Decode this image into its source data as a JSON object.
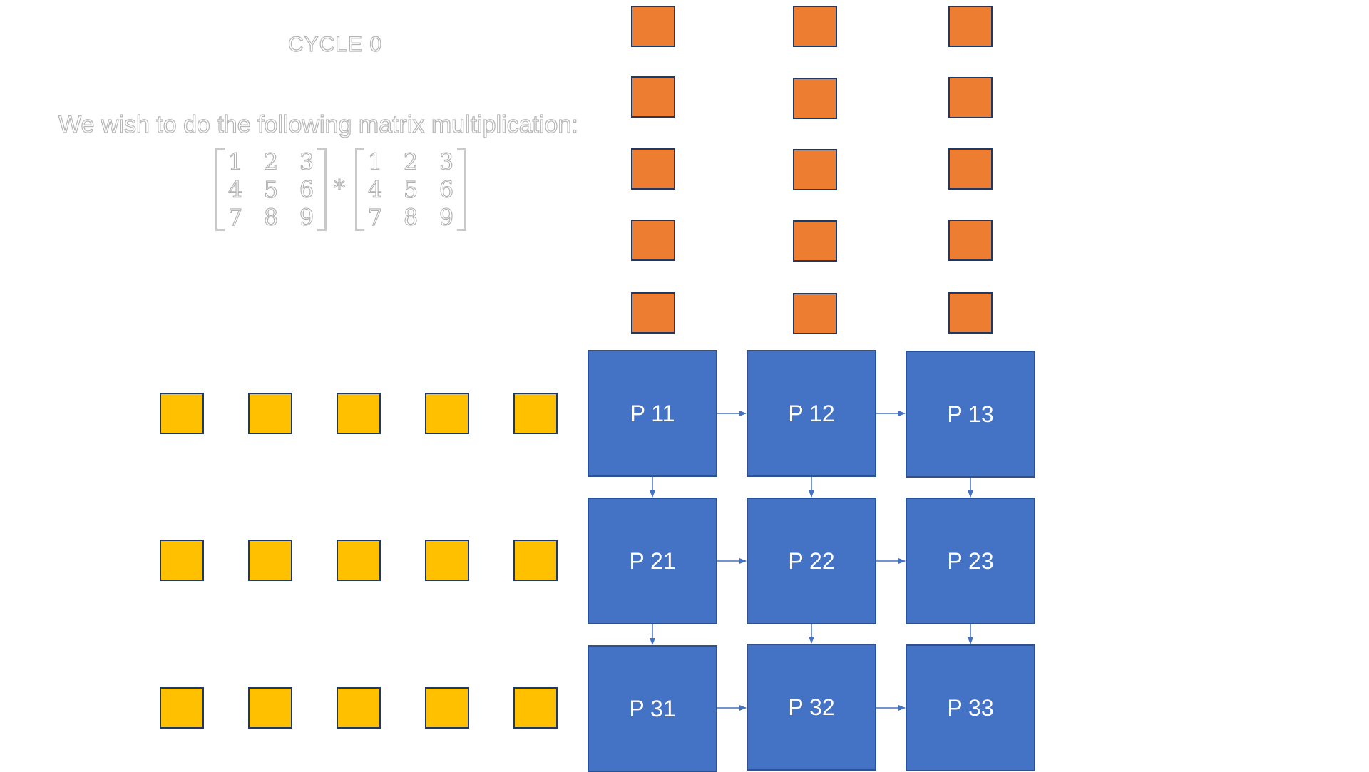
{
  "title": "CYCLE 0",
  "intro": "We wish to do the following matrix multiplication:",
  "matrix_a": [
    "1",
    "2",
    "3",
    "4",
    "5",
    "6",
    "7",
    "8",
    "9"
  ],
  "operator": "*",
  "matrix_b": [
    "1",
    "2",
    "3",
    "4",
    "5",
    "6",
    "7",
    "8",
    "9"
  ],
  "processors": [
    {
      "id": "p11",
      "label": "P 11"
    },
    {
      "id": "p12",
      "label": "P 12"
    },
    {
      "id": "p13",
      "label": "P 13"
    },
    {
      "id": "p21",
      "label": "P 21"
    },
    {
      "id": "p22",
      "label": "P 22"
    },
    {
      "id": "p23",
      "label": "P 23"
    },
    {
      "id": "p31",
      "label": "P 31"
    },
    {
      "id": "p32",
      "label": "P 32"
    },
    {
      "id": "p33",
      "label": "P 33"
    }
  ],
  "colors": {
    "processor": "#4472c4",
    "column_input": "#ed7d31",
    "row_input": "#ffc000",
    "arrow": "#4472c4"
  }
}
